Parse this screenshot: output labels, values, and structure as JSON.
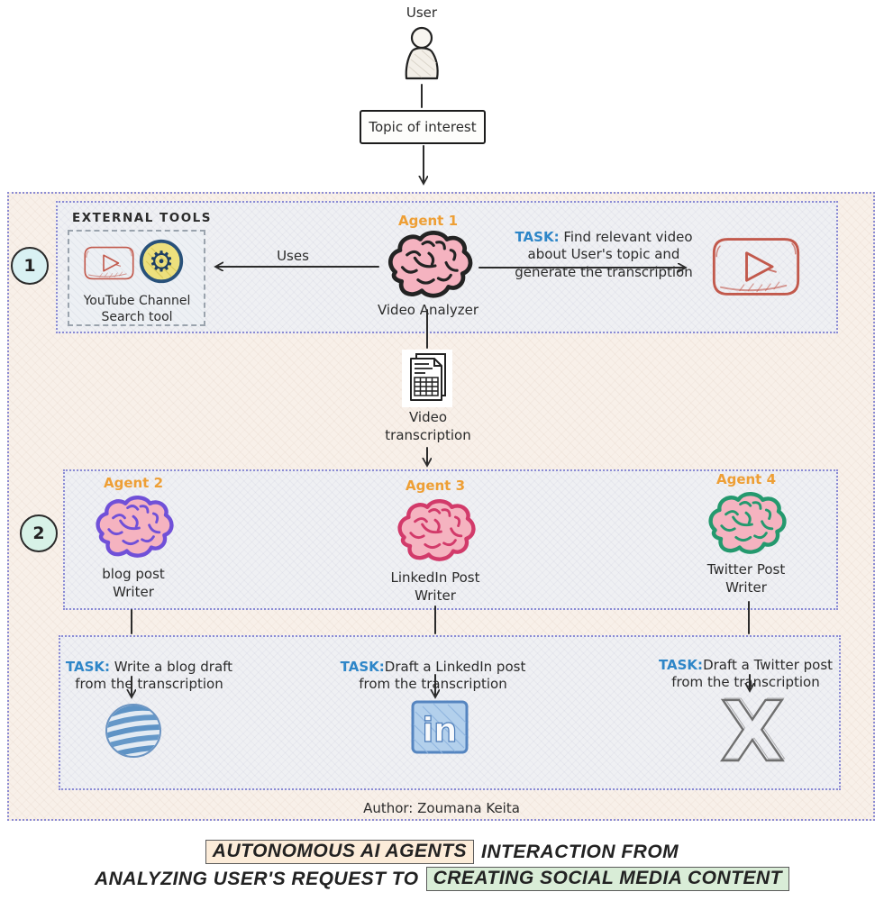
{
  "flow_top": {
    "user_label": "User",
    "topic_box_label": "Topic of interest"
  },
  "section1": {
    "step_number": "1",
    "external_tools": {
      "title": "EXTERNAL TOOLS",
      "tool_label": "YouTube Channel\nSearch tool"
    },
    "uses_label": "Uses",
    "agent": {
      "name": "Agent 1",
      "role": "Video Analyzer",
      "brain_color": "#232323"
    },
    "task": {
      "prefix": "TASK:",
      "text": " Find relevant video\nabout User's topic and\ngenerate the transcription"
    }
  },
  "transcription": {
    "label": "Video\ntranscription"
  },
  "section2": {
    "step_number": "2",
    "agents": [
      {
        "name": "Agent 2",
        "role": "blog post\nWriter",
        "brain_color": "#7050d8"
      },
      {
        "name": "Agent 3",
        "role": "LinkedIn Post\nWriter",
        "brain_color": "#d23a6a"
      },
      {
        "name": "Agent 4",
        "role": "Twitter Post\nWriter",
        "brain_color": "#24996e"
      }
    ]
  },
  "tasks": [
    {
      "prefix": "TASK:",
      "text": " Write a blog draft\nfrom the transcription",
      "target_icon": "blog-globe"
    },
    {
      "prefix": "TASK:",
      "text": "Draft a LinkedIn post\nfrom the transcription",
      "target_icon": "linkedin"
    },
    {
      "prefix": "TASK:",
      "text": "Draft a Twitter post\nfrom the transcription",
      "target_icon": "twitter-x"
    }
  ],
  "author": "Author: Zoumana Keita",
  "caption": {
    "line1_highlight": "AUTONOMOUS AI AGENTS",
    "line1_rest": "INTERACTION FROM",
    "line2_start": "ANALYZING USER'S REQUEST TO",
    "line2_highlight": "CREATING SOCIAL MEDIA CONTENT"
  },
  "colors": {
    "accent_orange": "#ee9f35",
    "task_blue": "#2e86c8",
    "box_border_purple": "#8b8bd4",
    "brain_fill": "#f5b3c0",
    "youtube_red": "#c2594c",
    "linkedin_blue": "#5585c0",
    "x_gray": "#6f6f6f",
    "highlight_tan_bg": "#fcecd9",
    "highlight_green_bg": "#d9edd7",
    "step1_circle_bg": "#d9f1f3",
    "step2_circle_bg": "#d7f2e7"
  }
}
